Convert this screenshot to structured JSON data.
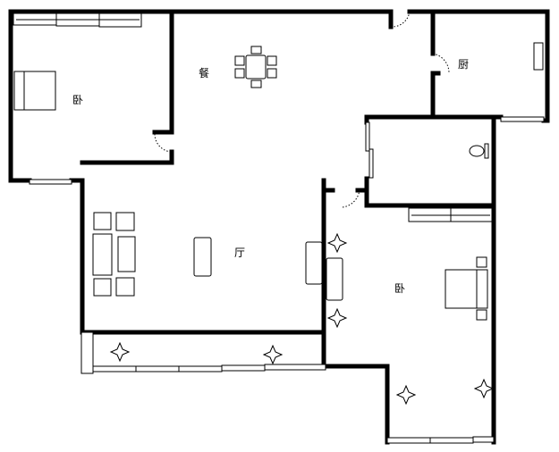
{
  "rooms": {
    "bedroom_nw": "卧",
    "dining": "餐",
    "kitchen": "厨",
    "living": "厅",
    "bedroom_se": "卧"
  },
  "colors": {
    "wall": "#000000",
    "background": "#ffffff"
  }
}
